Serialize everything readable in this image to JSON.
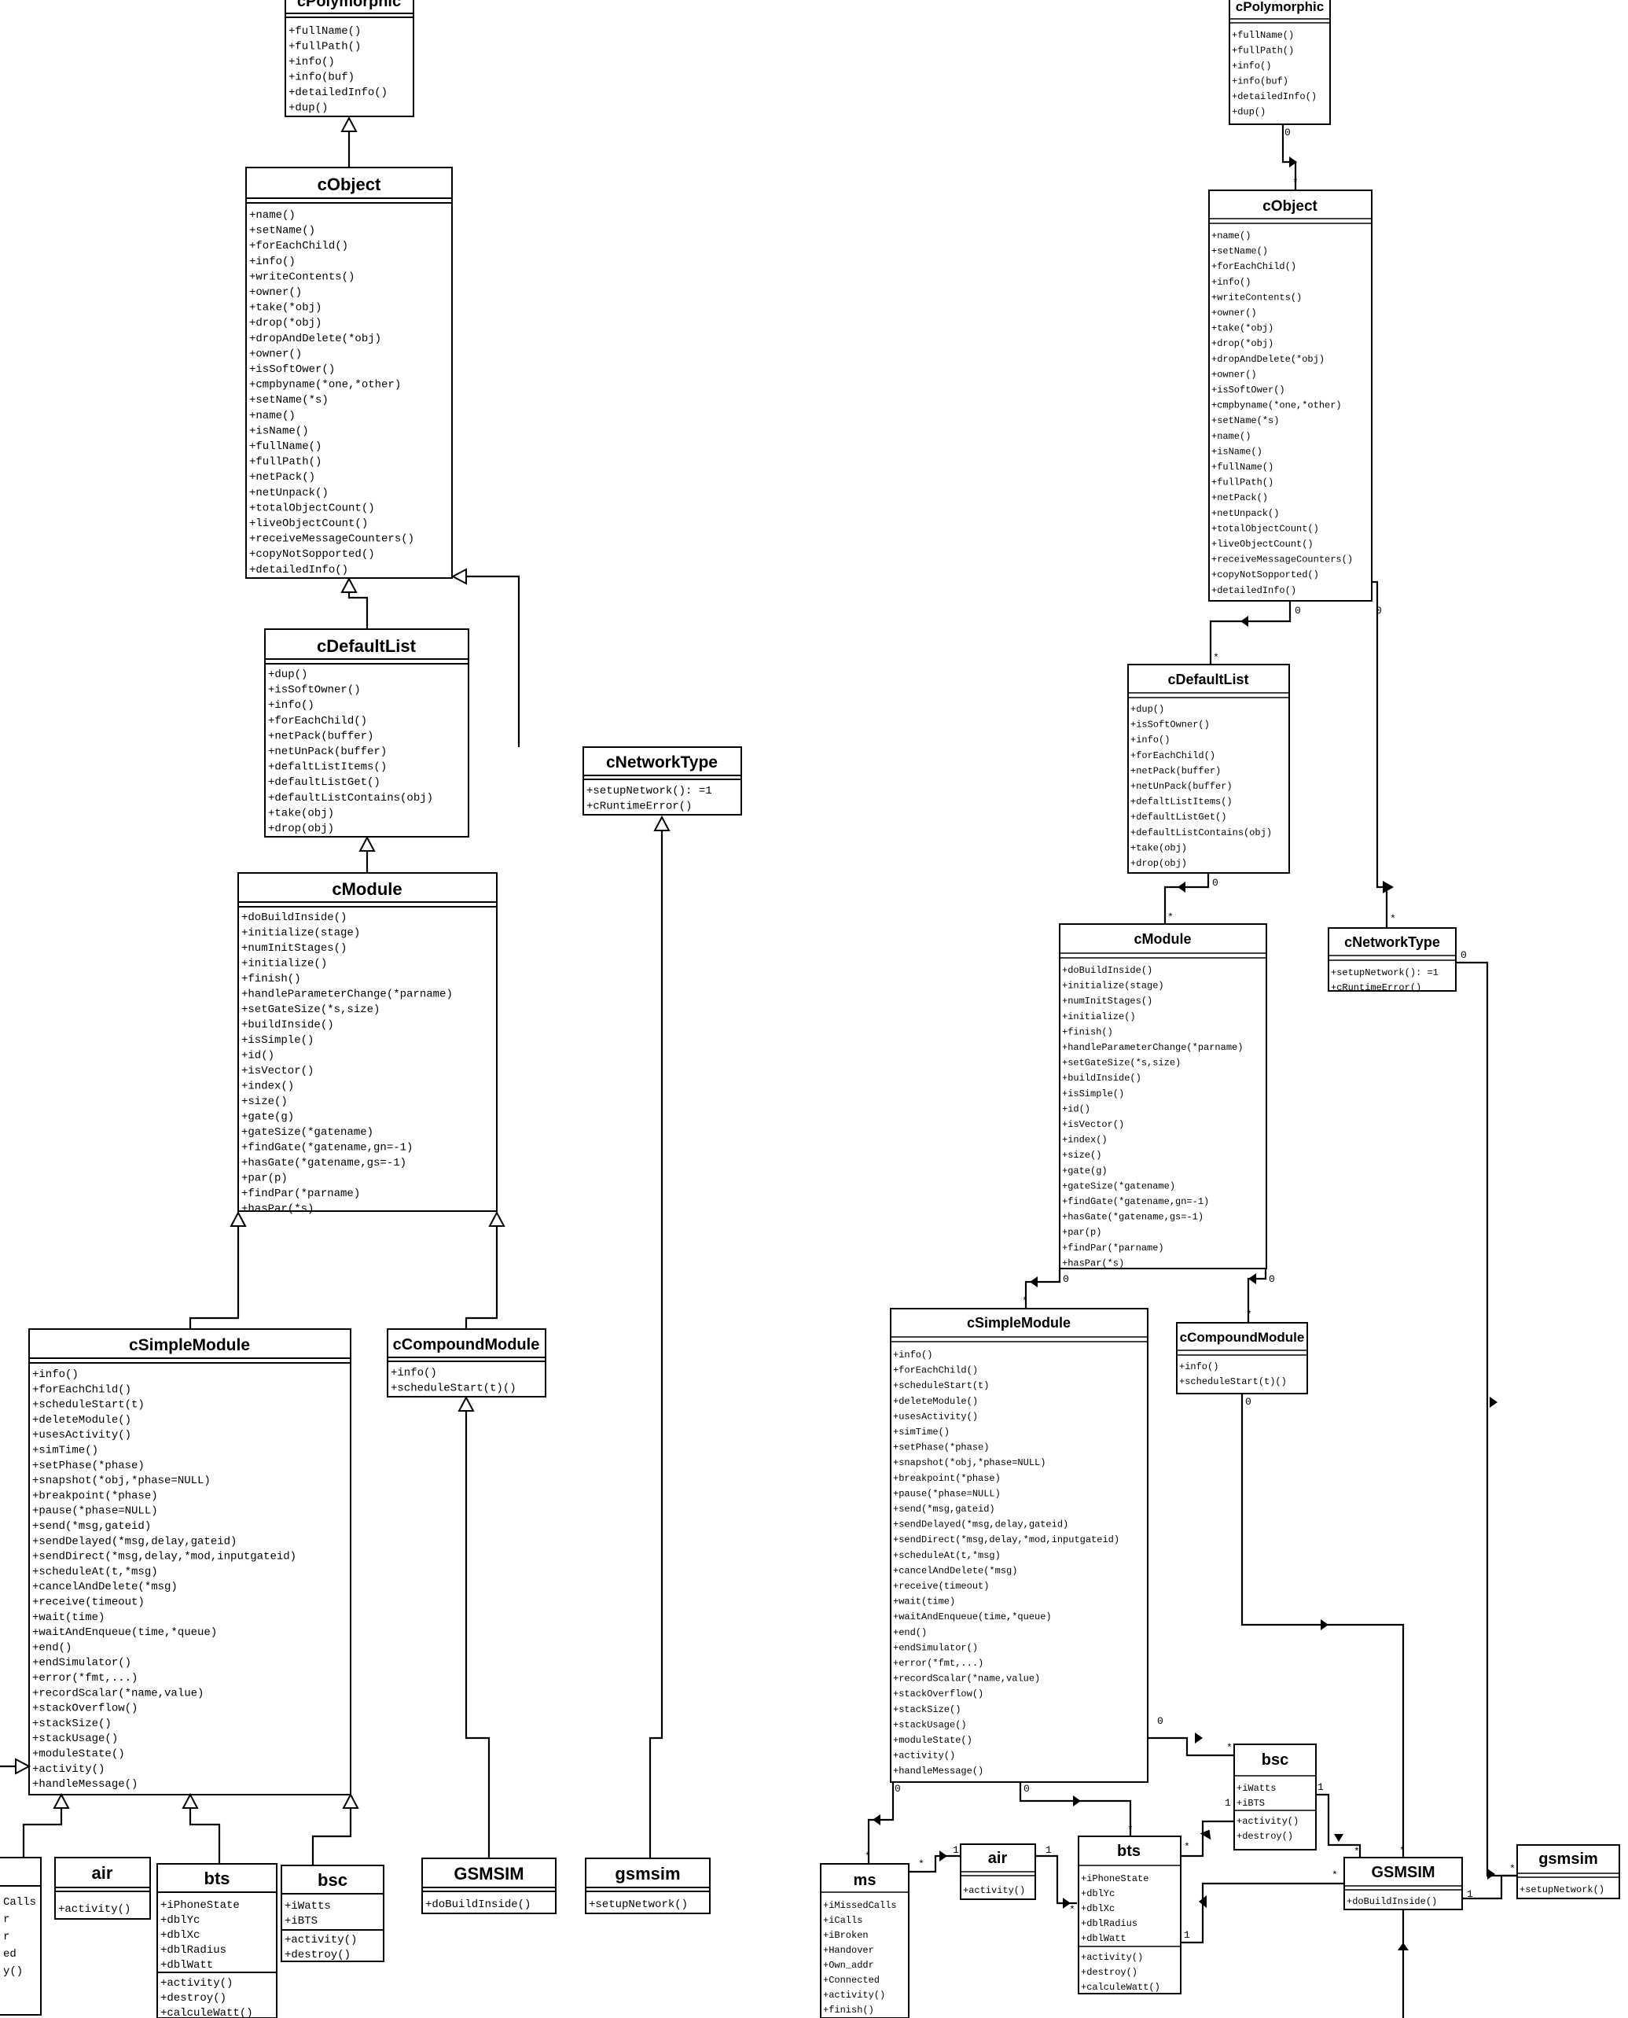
{
  "colors": {
    "stroke": "#000000",
    "background": "#ffffff"
  },
  "boxes": {
    "cPolymorphic": {
      "title": "cPolymorphic",
      "members": [
        "+fullName()",
        "+fullPath()",
        "+info()",
        "+info(buf)",
        "+detailedInfo()",
        "+dup()"
      ]
    },
    "cObject": {
      "title": "cObject",
      "members": [
        "+name()",
        "+setName()",
        "+forEachChild()",
        "+info()",
        "+writeContents()",
        "+owner()",
        "+take(*obj)",
        "+drop(*obj)",
        "+dropAndDelete(*obj)",
        "+owner()",
        "+isSoftOwer()",
        "+cmpbyname(*one,*other)",
        "+setName(*s)",
        "+name()",
        "+isName()",
        "+fullName()",
        "+fullPath()",
        "+netPack()",
        "+netUnpack()",
        "+totalObjectCount()",
        "+liveObjectCount()",
        "+receiveMessageCounters()",
        "+copyNotSopported()",
        "+detailedInfo()"
      ]
    },
    "cDefaultList": {
      "title": "cDefaultList",
      "members": [
        "+dup()",
        "+isSoftOwner()",
        "+info()",
        "+forEachChild()",
        "+netPack(buffer)",
        "+netUnPack(buffer)",
        "+defaltListItems()",
        "+defaultListGet()",
        "+defaultListContains(obj)",
        "+take(obj)",
        "+drop(obj)"
      ]
    },
    "cModule": {
      "title": "cModule",
      "members": [
        "+doBuildInside()",
        "+initialize(stage)",
        "+numInitStages()",
        "+initialize()",
        "+finish()",
        "+handleParameterChange(*parname)",
        "+setGateSize(*s,size)",
        "+buildInside()",
        "+isSimple()",
        "+id()",
        "+isVector()",
        "+index()",
        "+size()",
        "+gate(g)",
        "+gateSize(*gatename)",
        "+findGate(*gatename,gn=-1)",
        "+hasGate(*gatename,gs=-1)",
        "+par(p)",
        "+findPar(*parname)",
        "+hasPar(*s)"
      ]
    },
    "cNetworkType": {
      "title": "cNetworkType",
      "members": [
        "+setupNetwork(): =1",
        "+cRuntimeError()"
      ]
    },
    "cSimpleModule": {
      "title": "cSimpleModule",
      "members": [
        "+info()",
        "+forEachChild()",
        "+scheduleStart(t)",
        "+deleteModule()",
        "+usesActivity()",
        "+simTime()",
        "+setPhase(*phase)",
        "+snapshot(*obj,*phase=NULL)",
        "+breakpoint(*phase)",
        "+pause(*phase=NULL)",
        "+send(*msg,gateid)",
        "+sendDelayed(*msg,delay,gateid)",
        "+sendDirect(*msg,delay,*mod,inputgateid)",
        "+scheduleAt(t,*msg)",
        "+cancelAndDelete(*msg)",
        "+receive(timeout)",
        "+wait(time)",
        "+waitAndEnqueue(time,*queue)",
        "+end()",
        "+endSimulator()",
        "+error(*fmt,...)",
        "+recordScalar(*name,value)",
        "+stackOverflow()",
        "+stackSize()",
        "+stackUsage()",
        "+moduleState()",
        "+activity()",
        "+handleMessage()"
      ]
    },
    "cCompoundModule": {
      "title": "cCompoundModule",
      "members": [
        "+info()",
        "+scheduleStart(t)()"
      ]
    },
    "ms": {
      "title": "ms",
      "left_members": [
        "Calls",
        "r",
        "r",
        "ed",
        "y()"
      ],
      "members": [
        "+iMissedCalls",
        "+iCalls",
        "+iBroken",
        "+Handover",
        "+Own_addr",
        "+Connected",
        "+activity()",
        "+finish()"
      ]
    },
    "air": {
      "title": "air",
      "members": [
        "+activity()"
      ]
    },
    "bts": {
      "title": "bts",
      "attributes": [
        "+iPhoneState",
        "+dblYc",
        "+dblXc",
        "+dblRadius",
        "+dblWatt"
      ],
      "operations": [
        "+activity()",
        "+destroy()",
        "+calculeWatt()"
      ]
    },
    "bsc": {
      "title": "bsc",
      "attributes": [
        "+iWatts",
        "+iBTS"
      ],
      "operations": [
        "+activity()",
        "+destroy()"
      ]
    },
    "GSMSIM": {
      "title": "GSMSIM",
      "members": [
        "+doBuildInside()"
      ]
    },
    "gsmsim": {
      "title": "gsmsim",
      "members": [
        "+setupNetwork()"
      ]
    }
  },
  "multiplicities": {
    "zero": "0",
    "one": "1",
    "many": "*"
  }
}
